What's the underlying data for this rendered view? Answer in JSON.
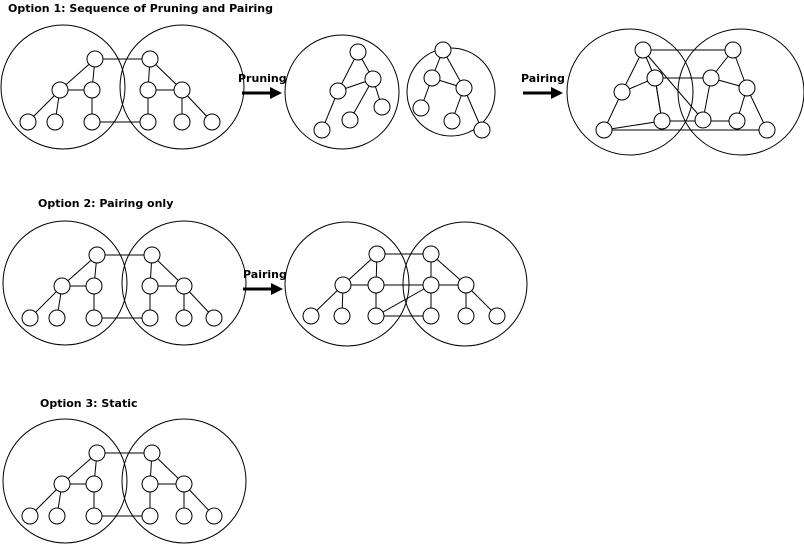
{
  "options": [
    {
      "title": "Option 1: Sequence of Pruning and Pairing",
      "arrows": [
        "Pruning",
        "Pairing"
      ]
    },
    {
      "title": "Option 2: Pairing only",
      "arrows": [
        "Pairing"
      ]
    },
    {
      "title": "Option 3: Static",
      "arrows": []
    }
  ]
}
